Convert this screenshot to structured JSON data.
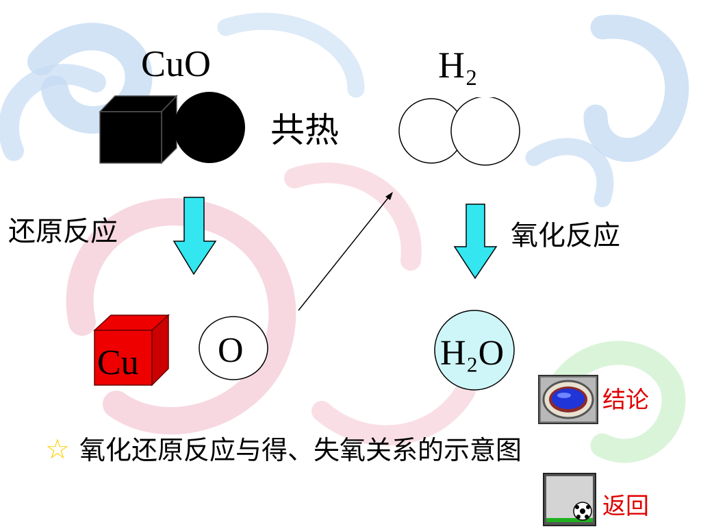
{
  "reactants": {
    "cuo_label": "CuO",
    "h2_label": "H₂",
    "heat_label": "共热"
  },
  "processes": {
    "reduction_label": "还原反应",
    "oxidation_label": "氧化反应"
  },
  "products": {
    "cu_label": "Cu",
    "o_label": "O",
    "h2o_label": "H₂O"
  },
  "caption": {
    "star_glyph": "☆",
    "text": "氧化还原反应与得、失氧关系的示意图"
  },
  "nav": {
    "conclusion_label": "结论",
    "back_label": "返回"
  },
  "colors": {
    "cuo_fill": "#000000",
    "cu_fill": "#ee0000",
    "h2o_fill": "#cef6f8",
    "arrow_fill": "#33e6f0",
    "star_fill": "#ffff33",
    "nav_text": "#e00000",
    "background_blue": "#c6dcf3",
    "background_pink": "#f6d1da",
    "background_green": "#d3f2d3"
  }
}
